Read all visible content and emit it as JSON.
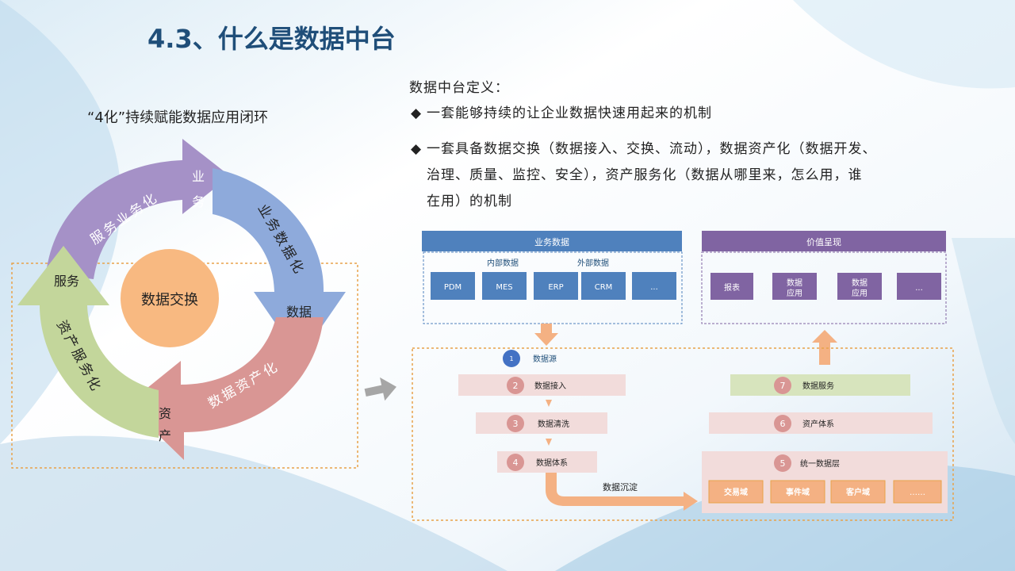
{
  "title": "4.3、什么是数据中台",
  "left": {
    "subtitle": "“4化”持续赋能数据应用闭环",
    "center": "数据交换",
    "segments": {
      "business_service": "服务业务化",
      "business_data": "业务数据化",
      "data_asset": "数据资产化",
      "asset_service": "资产服务化"
    },
    "tips": {
      "business": [
        "业",
        "务"
      ],
      "data": "数据",
      "asset": [
        "资",
        "产"
      ],
      "service": "服务"
    }
  },
  "definition": {
    "heading": "数据中台定义：",
    "bullet_mark": "◆",
    "b1": "一套能够持续的让企业数据快速用起来的机制",
    "b2_l1": "一套具备数据交换（数据接入、交换、流动），数据资产化（数据开发、",
    "b2_l2": "治理、质量、监控、安全），资产服务化（数据从哪里来，怎么用，谁",
    "b2_l3": "在用）的机制"
  },
  "diagram": {
    "business_header": "业务数据",
    "internal": "内部数据",
    "external": "外部数据",
    "sources": [
      "PDM",
      "MES",
      "ERP",
      "CRM",
      "..."
    ],
    "value_header": "价值呈现",
    "values": [
      "报表",
      "数据\n应用",
      "数据\n应用",
      "..."
    ],
    "steps": [
      {
        "num": "1",
        "label": "数据源"
      },
      {
        "num": "2",
        "label": "数据接入"
      },
      {
        "num": "3",
        "label": "数据清洗"
      },
      {
        "num": "4",
        "label": "数据体系"
      },
      {
        "num": "5",
        "label": "统一数据层"
      },
      {
        "num": "6",
        "label": "资产体系"
      },
      {
        "num": "7",
        "label": "数据服务"
      }
    ],
    "sediment": "数据沉淀",
    "domains": [
      "交易域",
      "事件域",
      "客户域",
      "……"
    ]
  },
  "colors": {
    "title": "#1f4e79",
    "purple": "#8064a2",
    "blue_arrow": "#8eaadb",
    "red_arrow": "#d99694",
    "green_arrow": "#c3d69b",
    "center": "#f8b981",
    "box_blue": "#4f81bd",
    "orange": "#f4b183"
  }
}
